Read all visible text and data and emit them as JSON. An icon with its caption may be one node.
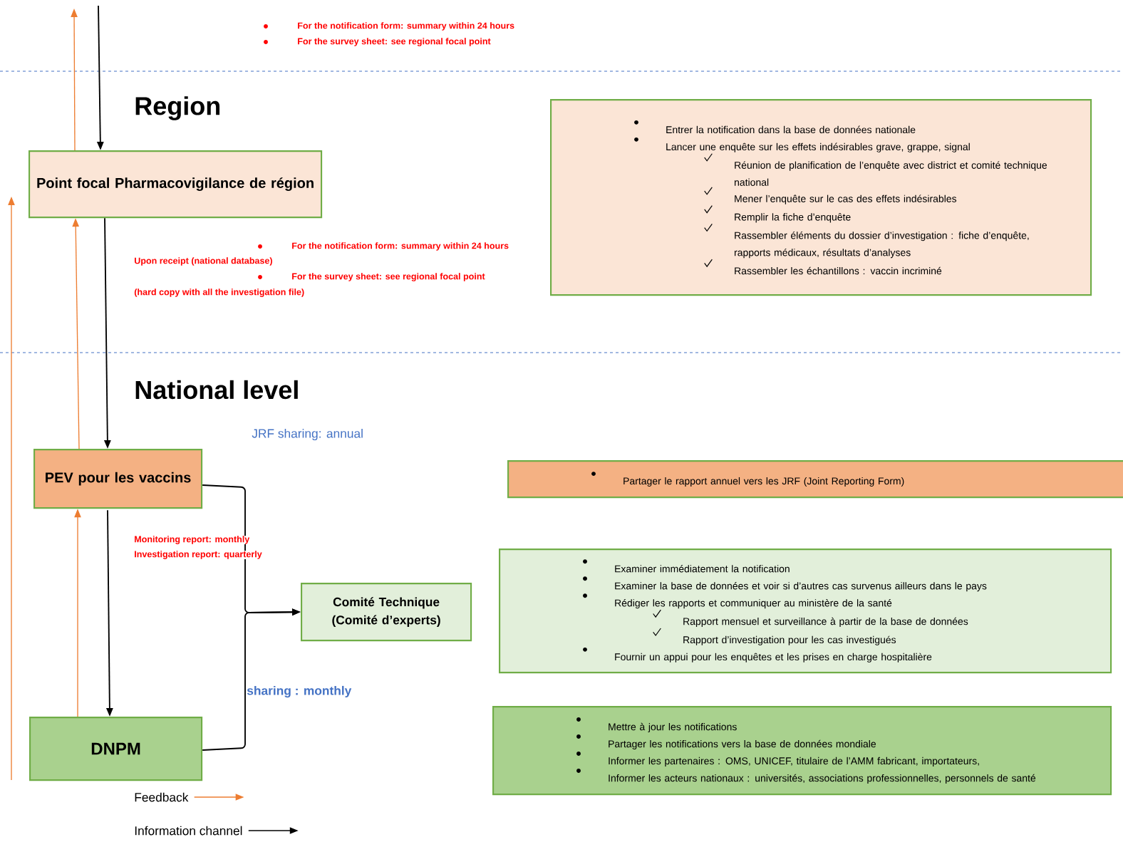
{
  "diagram": {
    "nodes": [
      {
        "text": [
          "Point focal Pharmacovigilance de région"
        ]
      },
      {
        "text": [
          "Entrer la notification dans la base de données nationale",
          "Lancer une enquête sur les effets indésirables grave, grappe, signal",
          "Réunion de planification de l’enquête avec district et comité technique national",
          "Mener l’enquête sur le cas des effets indésirables",
          "Remplir la fiche d’enquête",
          "Rassembler éléments du dossier d’investigation : fiche d’enquête, rapports médicaux, résultats d’analyses",
          "Rassembler les échantillons : vaccin incriminé"
        ]
      },
      {
        "text": [
          "PEV pour les vaccins"
        ]
      },
      {
        "text": [
          "Partager le rapport annuel vers les JRF (Joint Reporting Form)"
        ]
      },
      {
        "text": [
          "Comité Technique (Comité d’experts)"
        ]
      },
      {
        "text": [
          "Examiner immédiatement la notification",
          "Examiner la base de données et voir si d’autres cas survenus ailleurs dans le pays",
          "Rédiger les rapports et communiquer au ministère de la santé",
          "Rapport mensuel et surveillance à partir de la base de données",
          "Rapport d’investigation pour les cas investigués",
          "Fournir un appui pour les enquêtes et les prises en charge hospitalière"
        ]
      },
      {
        "text": [
          "DNPM"
        ]
      },
      {
        "text": [
          "Mettre à jour les notifications",
          "Partager les notifications vers la base de données mondiale",
          "Informer les partenaires : OMS, UNICEF, titulaire de l’AMM fabricant, importateurs,",
          "Informer les acteurs nationaux : universités, associations professionnelles, personnels de santé"
        ]
      }
    ],
    "edges": [
      {
        "from": null,
        "to": 0,
        "arrow": "to"
      },
      {
        "from": 0,
        "to": null,
        "arrow": "to",
        "color": "#ed7d31"
      },
      {
        "from": 0,
        "to": 2,
        "arrow": "to"
      },
      {
        "from": 2,
        "to": 0,
        "arrow": "to",
        "color": "#ed7d31"
      },
      {
        "from": 2,
        "to": 6,
        "arrow": "to"
      },
      {
        "from": 6,
        "to": 2,
        "arrow": "to",
        "color": "#ed7d31"
      },
      {
        "from": 2,
        "to": 4,
        "arrow": "to"
      },
      {
        "from": 6,
        "to": 4,
        "arrow": "to"
      }
    ],
    "labels": [
      "For the notification form: summary within 24 hours",
      "For the survey sheet: see regional focal point",
      "Region",
      "For the notification form: summary within 24 hours",
      "Upon receipt (national database)",
      "For the survey sheet: see regional focal point",
      "(hard copy with all the investigation file)",
      "National level",
      "JRF sharing: annual",
      "Monitoring report: monthly",
      "Investigation report: quarterly",
      "sharing : monthly"
    ],
    "legend": [
      {
        "text": "Feedback"
      },
      {
        "text": "Information channel"
      }
    ]
  }
}
